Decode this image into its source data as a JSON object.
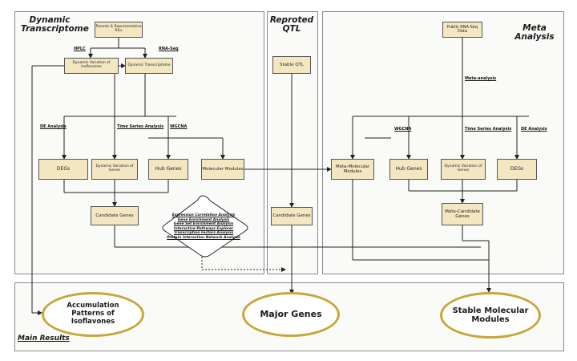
{
  "panels": {
    "dynamic": {
      "title_1": "Dynamic",
      "title_2": "Transcriptome"
    },
    "qtl": {
      "title_1": "Reproted",
      "title_2": "QTL"
    },
    "meta": {
      "title_1": "Meta",
      "title_2": "Analysis"
    },
    "results": {
      "title": "Main Results"
    }
  },
  "nodes": {
    "parents": "Parents & Representative RILs",
    "dyn_var_iso": "Dynamic Variation of Isoflavones",
    "dyn_transcriptome": "Dynamic Transcriptome",
    "degs_left": "DEGs",
    "dyn_var_genes_left": "Dynamic Variation of Genes",
    "hub_genes_left": "Hub Genes",
    "molecular_modules": "Molecular Modules",
    "candidate_genes_left": "Candidate Genes",
    "stable_qtl": "Stable QTL",
    "candidate_genes_qtl": "Candidate Genes",
    "public_rna": "Public RNA-Seq Data",
    "meta_molecular_modules": "Meta-Molecular Modules",
    "hub_genes_right": "Hub Genes",
    "dyn_var_genes_right": "Dynamic Variation of Genes",
    "degs_right": "DEGs",
    "meta_candidate_genes": "Meta-Candidate Genes"
  },
  "labels": {
    "hplc": "HPLC",
    "rnaseq": "RNA-Seq",
    "de_left": "DE Analysis",
    "ts_left": "Time Series Analysis",
    "wgcna_left": "WGCNA",
    "meta_analysis": "Meta-analysis",
    "wgcna_right": "WGCNA",
    "ts_right": "Time Series Analysis",
    "de_right": "DE Analysis"
  },
  "analyses": [
    "Expression Correlation Analysis",
    "Gene Enrichment Analysis",
    "Gene Set Enrichment Analysis",
    "Interactive Pathways Explorer",
    "Transcription Factors Analysis",
    "Protein Interaction Network Analysis"
  ],
  "results": {
    "accumulation": "Accumulation Patterns of Isoflavones",
    "major_genes": "Major Genes",
    "stable_modules": "Stable Molecular Modules"
  },
  "colors": {
    "node_fill": "#f3e7c2",
    "ellipse_border": "#c9a63a",
    "line": "#222222"
  }
}
